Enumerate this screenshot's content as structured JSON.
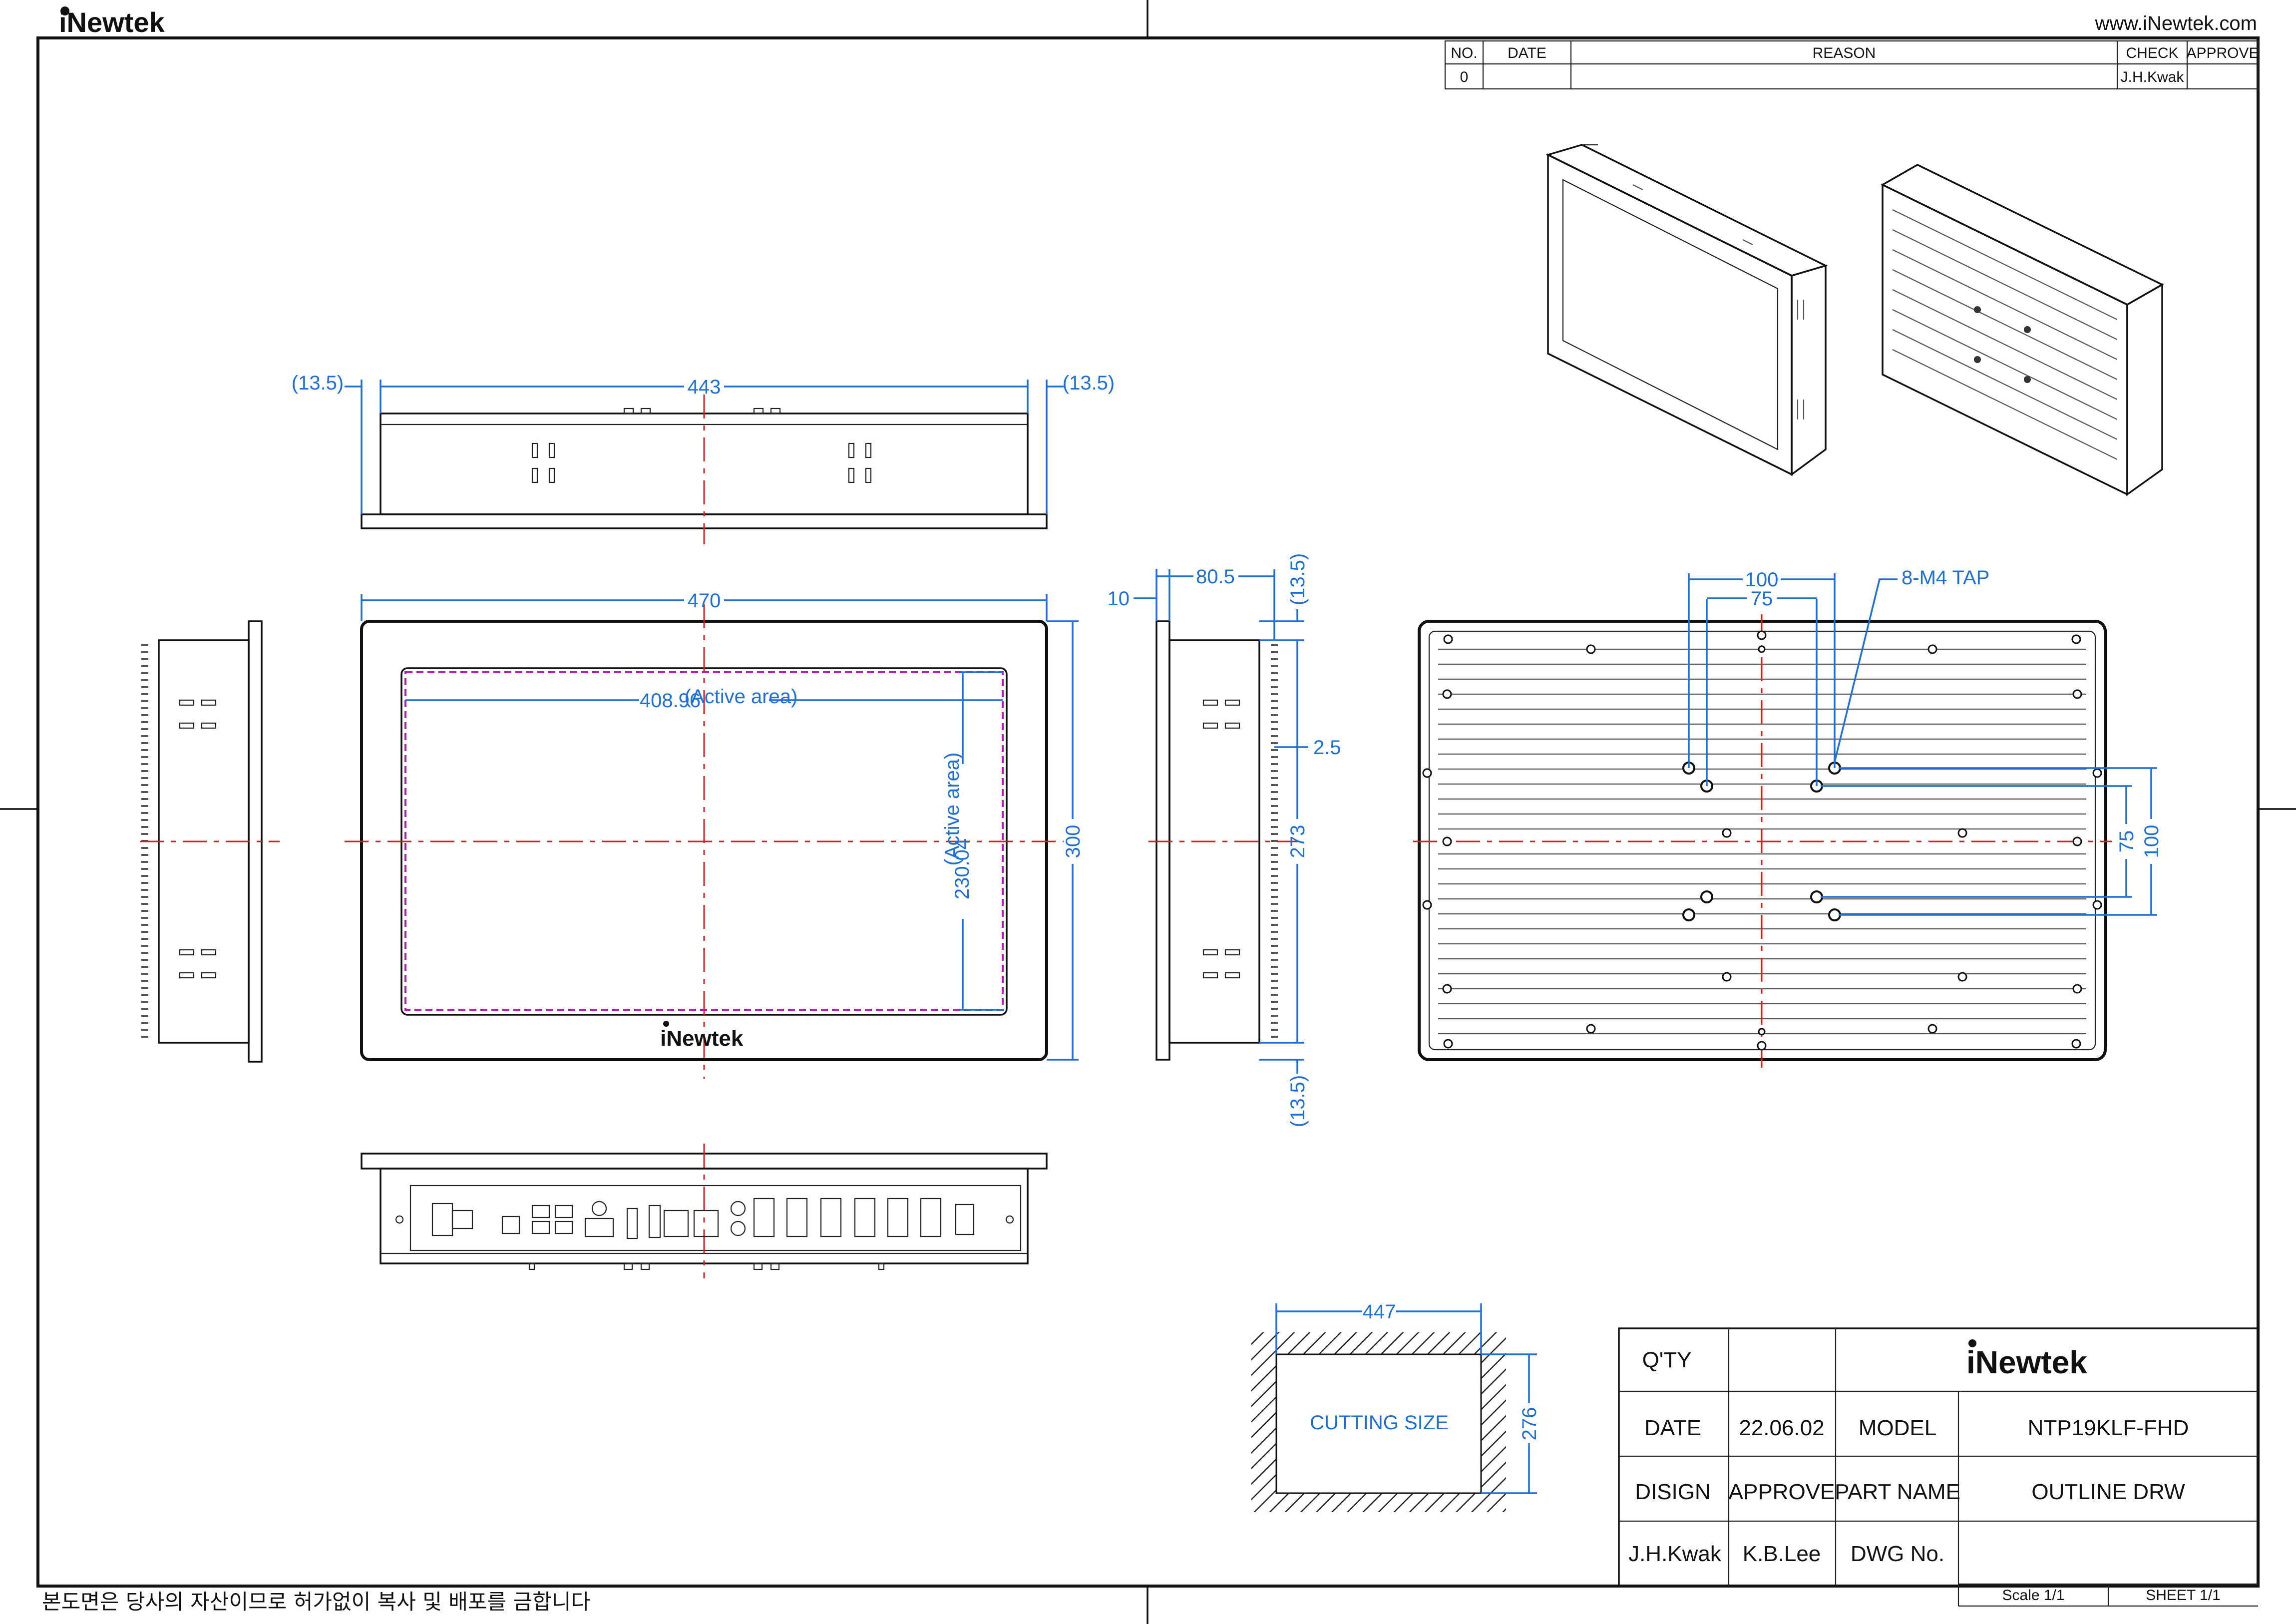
{
  "header": {
    "brand": "iNewtek",
    "website": "www.iNewtek.com"
  },
  "revision_table": {
    "columns": [
      "NO.",
      "DATE",
      "REASON",
      "CHECK",
      "APPROVE"
    ],
    "rows": [
      {
        "no": "0",
        "date": "",
        "reason": "",
        "check": "J.H.Kwak",
        "approve": ""
      }
    ]
  },
  "dimensions": {
    "top_view": {
      "side_left": "(13.5)",
      "width": "443",
      "side_right": "(13.5)"
    },
    "front_view": {
      "width": "470",
      "active_width": "408.96",
      "active_label": "(Active area)",
      "height": "300",
      "active_height": "230.04"
    },
    "side_view": {
      "depth": "80.5",
      "flange": "10",
      "bezel": "2.5",
      "body_height": "273",
      "top_offset": "(13.5)",
      "bottom_offset": "(13.5)"
    },
    "rear_view": {
      "vesa_outer": "100",
      "vesa_inner": "75",
      "tap": "8-M4 TAP"
    },
    "cutout": {
      "width": "447",
      "height": "276",
      "label": "CUTTING SIZE"
    }
  },
  "title_block": {
    "qty_label": "Q'TY",
    "qty_value": "",
    "brand": "iNewtek",
    "date_label": "DATE",
    "date_value": "22.06.02",
    "model_label": "MODEL",
    "model_value": "NTP19KLF-FHD",
    "design_label": "DISIGN",
    "approve_label": "APPROVE",
    "part_name_label": "PART NAME",
    "part_name_value": "OUTLINE DRW",
    "designer": "J.H.Kwak",
    "approver": "K.B.Lee",
    "dwg_no_label": "DWG No.",
    "dwg_no_value": "",
    "scale": "Scale  1/1",
    "sheet": "SHEET  1/1"
  },
  "footer_note": "본도면은 당사의 자산이므로 허가없이 복사 및 배포를 금합니다",
  "colors": {
    "dimension": "#1f6fd6",
    "centerline": "#e01818",
    "active_area": "#b020b0",
    "line": "#111111"
  }
}
